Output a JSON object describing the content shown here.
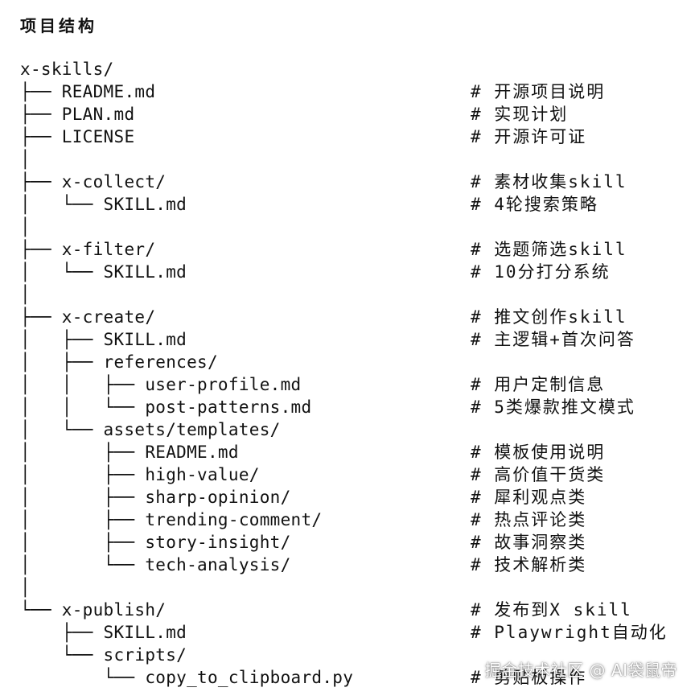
{
  "title": "项目结构",
  "watermark": "掘金技术社区 @ AI袋鼠帝",
  "tree": [
    {
      "prefix": "",
      "name": "x-skills/",
      "comment": ""
    },
    {
      "prefix": "├── ",
      "name": "README.md",
      "comment": "# 开源项目说明"
    },
    {
      "prefix": "├── ",
      "name": "PLAN.md",
      "comment": "# 实现计划"
    },
    {
      "prefix": "├── ",
      "name": "LICENSE",
      "comment": "# 开源许可证"
    },
    {
      "prefix": "│",
      "name": "",
      "comment": ""
    },
    {
      "prefix": "├── ",
      "name": "x-collect/",
      "comment": "# 素材收集skill"
    },
    {
      "prefix": "│   └── ",
      "name": "SKILL.md",
      "comment": "# 4轮搜索策略"
    },
    {
      "prefix": "│",
      "name": "",
      "comment": ""
    },
    {
      "prefix": "├── ",
      "name": "x-filter/",
      "comment": "# 选题筛选skill"
    },
    {
      "prefix": "│   └── ",
      "name": "SKILL.md",
      "comment": "# 10分打分系统"
    },
    {
      "prefix": "│",
      "name": "",
      "comment": ""
    },
    {
      "prefix": "├── ",
      "name": "x-create/",
      "comment": "# 推文创作skill"
    },
    {
      "prefix": "│   ├── ",
      "name": "SKILL.md",
      "comment": "# 主逻辑+首次问答"
    },
    {
      "prefix": "│   ├── ",
      "name": "references/",
      "comment": ""
    },
    {
      "prefix": "│   │   ├── ",
      "name": "user-profile.md",
      "comment": "# 用户定制信息"
    },
    {
      "prefix": "│   │   └── ",
      "name": "post-patterns.md",
      "comment": "# 5类爆款推文模式"
    },
    {
      "prefix": "│   └── ",
      "name": "assets/templates/",
      "comment": ""
    },
    {
      "prefix": "│       ├── ",
      "name": "README.md",
      "comment": "# 模板使用说明"
    },
    {
      "prefix": "│       ├── ",
      "name": "high-value/",
      "comment": "# 高价值干货类"
    },
    {
      "prefix": "│       ├── ",
      "name": "sharp-opinion/",
      "comment": "# 犀利观点类"
    },
    {
      "prefix": "│       ├── ",
      "name": "trending-comment/",
      "comment": "# 热点评论类"
    },
    {
      "prefix": "│       ├── ",
      "name": "story-insight/",
      "comment": "# 故事洞察类"
    },
    {
      "prefix": "│       └── ",
      "name": "tech-analysis/",
      "comment": "# 技术解析类"
    },
    {
      "prefix": "│",
      "name": "",
      "comment": ""
    },
    {
      "prefix": "└── ",
      "name": "x-publish/",
      "comment": "# 发布到X skill"
    },
    {
      "prefix": "    ├── ",
      "name": "SKILL.md",
      "comment": "# Playwright自动化"
    },
    {
      "prefix": "    └── ",
      "name": "scripts/",
      "comment": ""
    },
    {
      "prefix": "        └── ",
      "name": "copy_to_clipboard.py",
      "comment": "# 剪贴板操作"
    }
  ]
}
